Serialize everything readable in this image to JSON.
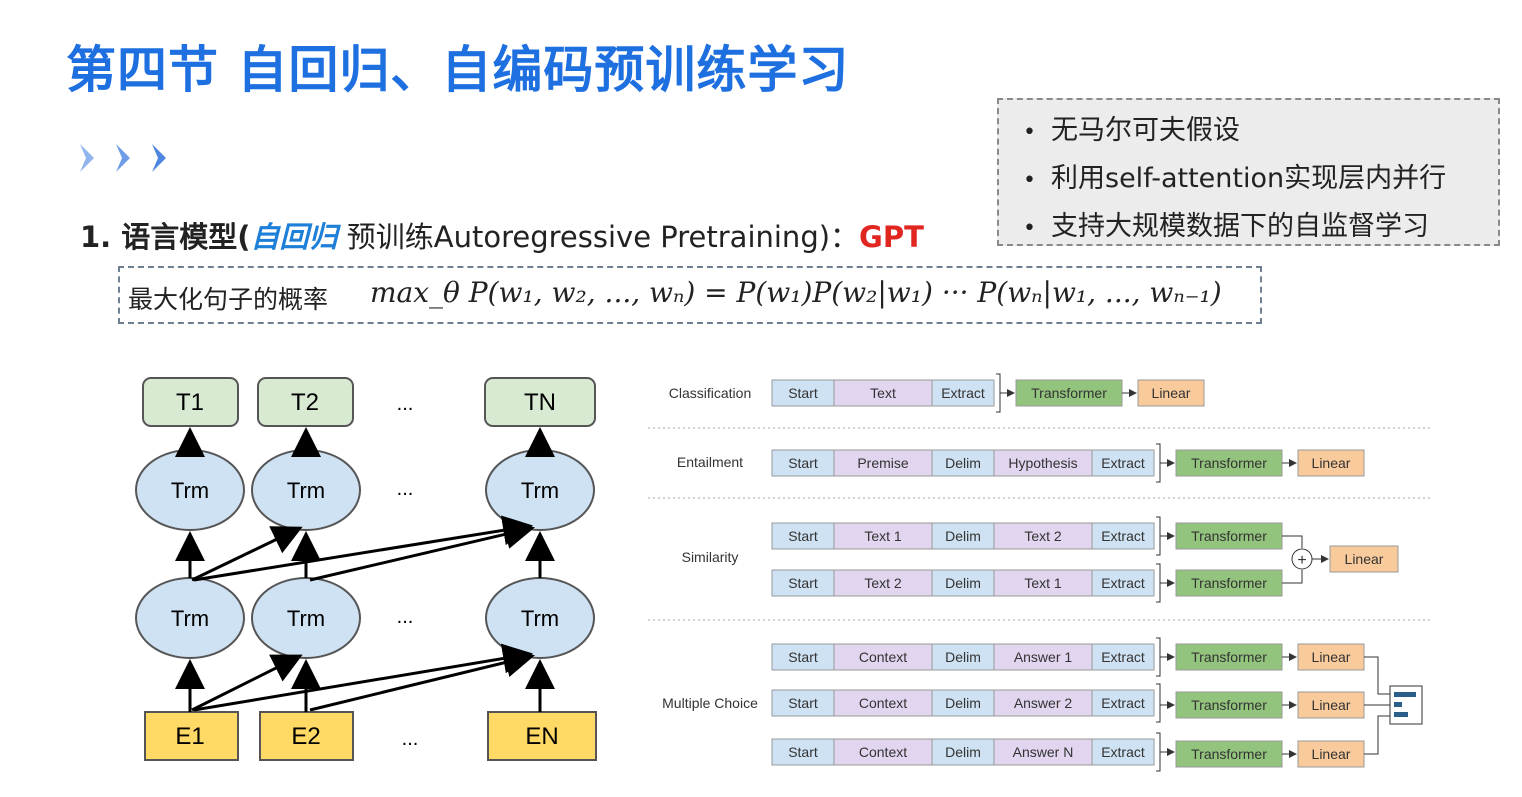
{
  "slide": {
    "title": "第四节 自回归、自编码预训练学习",
    "features": [
      "无马尔可夫假设",
      "利用self-attention实现层内并行",
      "支持大规模数据下的自监督学习"
    ],
    "heading": {
      "number": "1. 语言模型(",
      "autoregressive": "自回归",
      "rest": " 预训练Autoregressive Pretraining)：",
      "gpt": "GPT"
    },
    "formula": {
      "label": "最大化句子的概率",
      "math": "max_θ P(w₁, w₂, ..., wₙ) = P(w₁)P(w₂|w₁) ··· P(wₙ|w₁, ..., wₙ₋₁)"
    }
  },
  "left_diagram": {
    "outputs": [
      "T1",
      "T2",
      "TN"
    ],
    "inputs": [
      "E1",
      "E2",
      "EN"
    ],
    "trm_label": "Trm",
    "ellipsis": "..."
  },
  "right_diagram": {
    "tasks": [
      {
        "name": "Classification",
        "rows": [
          [
            "Start",
            "Text",
            "Extract"
          ]
        ]
      },
      {
        "name": "Entailment",
        "rows": [
          [
            "Start",
            "Premise",
            "Delim",
            "Hypothesis",
            "Extract"
          ]
        ]
      },
      {
        "name": "Similarity",
        "rows": [
          [
            "Start",
            "Text 1",
            "Delim",
            "Text 2",
            "Extract"
          ],
          [
            "Start",
            "Text 2",
            "Delim",
            "Text 1",
            "Extract"
          ]
        ]
      },
      {
        "name": "Multiple Choice",
        "rows": [
          [
            "Start",
            "Context",
            "Delim",
            "Answer 1",
            "Extract"
          ],
          [
            "Start",
            "Context",
            "Delim",
            "Answer 2",
            "Extract"
          ],
          [
            "Start",
            "Context",
            "Delim",
            "Answer N",
            "Extract"
          ]
        ]
      }
    ],
    "transformer_label": "Transformer",
    "linear_label": "Linear",
    "plus_label": "+"
  },
  "colors": {
    "title": "#1e6fe0",
    "start": "#cfe2f3",
    "text": "#e1d5ef",
    "transformer": "#93c47d",
    "linear": "#f9cb9c",
    "trm": "#cfe2f3",
    "token_out": "#d9ead3",
    "token_in": "#ffd966"
  }
}
